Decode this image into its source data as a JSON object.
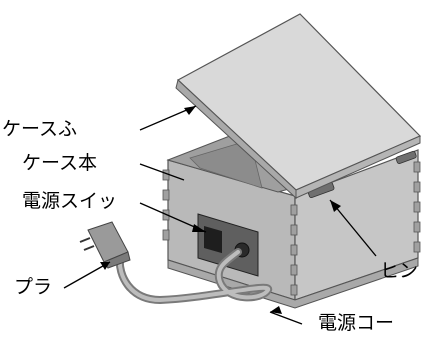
{
  "labels": {
    "lid": "ケースふ",
    "case_body": "ケース本",
    "power_switch": "電源スイッ",
    "plug": "プラ",
    "hinge": "ヒン",
    "power_cord": "電源コー"
  },
  "colors": {
    "box_front": "#b9b9b9",
    "box_side": "#c6c6c6",
    "box_lid": "#d9d9d9",
    "box_lid_edge": "#a9a9a9",
    "interior": "#9f9f9f",
    "outline": "#555555",
    "cord": "#a6a6a6",
    "switch_panel": "#5f5f5f",
    "leader_line": "#000000"
  },
  "icons": {
    "plug": "power-plug-icon",
    "switch": "rocker-switch-icon",
    "hinge": "hinge-icon"
  }
}
